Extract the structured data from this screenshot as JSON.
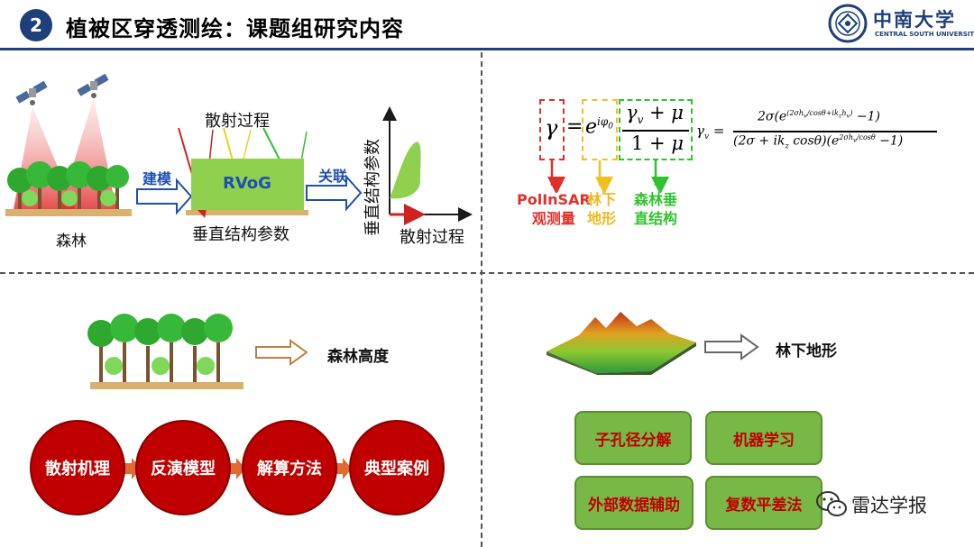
{
  "header": {
    "section_number": "2",
    "title": "植被区穿透测绘：课题组研究内容",
    "logo_cn": "中南大学",
    "logo_en": "CENTRAL SOUTH UNIVERSITY"
  },
  "top_left": {
    "forest_label": "森林",
    "modeling_label": "建模",
    "scattering_process_label": "散射过程",
    "model_label": "RVoG",
    "vertical_structure_label": "垂直结构参数",
    "association_label": "关联",
    "chart_y_axis_label": "垂直结构参数",
    "chart_x_axis_label": "散射过程"
  },
  "top_right": {
    "captions": {
      "polinsar": [
        "PolInSAR",
        "观测量"
      ],
      "terrain": [
        "林下",
        "地形"
      ],
      "vertical": [
        "森林垂",
        "直结构"
      ]
    },
    "colors": {
      "red": "#e0302a",
      "yellow": "#f0c020",
      "green": "#2fc42f"
    }
  },
  "bottom_left": {
    "forest_height_label": "森林高度",
    "steps": [
      "散射机理",
      "反演模型",
      "解算方法",
      "典型案例"
    ]
  },
  "bottom_right": {
    "under_terrain_label": "林下地形",
    "methods": [
      "子孔径分解",
      "机器学习",
      "外部数据辅助",
      "复数平差法"
    ]
  },
  "watermark": {
    "text": "雷达学报"
  }
}
